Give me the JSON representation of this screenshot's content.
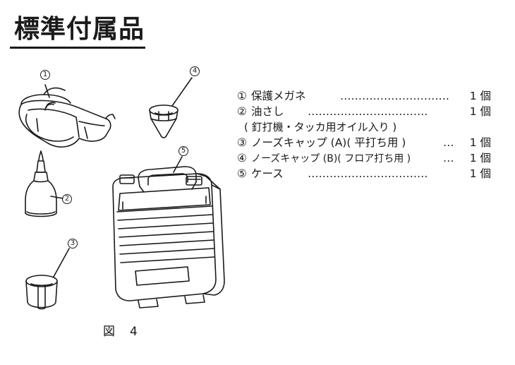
{
  "heading": {
    "title": "標準付属品"
  },
  "callouts": [
    "①",
    "②",
    "③",
    "④",
    "⑤"
  ],
  "figure_caption": "図　4",
  "parts": [
    {
      "num": "①",
      "name": "保護メガネ",
      "dots": "…………………………",
      "qty": "1 個"
    },
    {
      "num": "②",
      "name": "油さし",
      "dots": "……………………………",
      "qty": "1 個"
    },
    {
      "note": "( 釘打機・タッカ用オイル入り )"
    },
    {
      "num": "③",
      "name": "ノーズキャップ (A)( 平打ち用 )",
      "dots": "…",
      "qty": "1 個"
    },
    {
      "num": "④",
      "name": "ノーズキャップ (B)( フロア打ち用 )",
      "dots": "…",
      "qty": "1 個"
    },
    {
      "num": "⑤",
      "name": "ケース",
      "dots": "……………………………",
      "qty": "1 個"
    }
  ]
}
